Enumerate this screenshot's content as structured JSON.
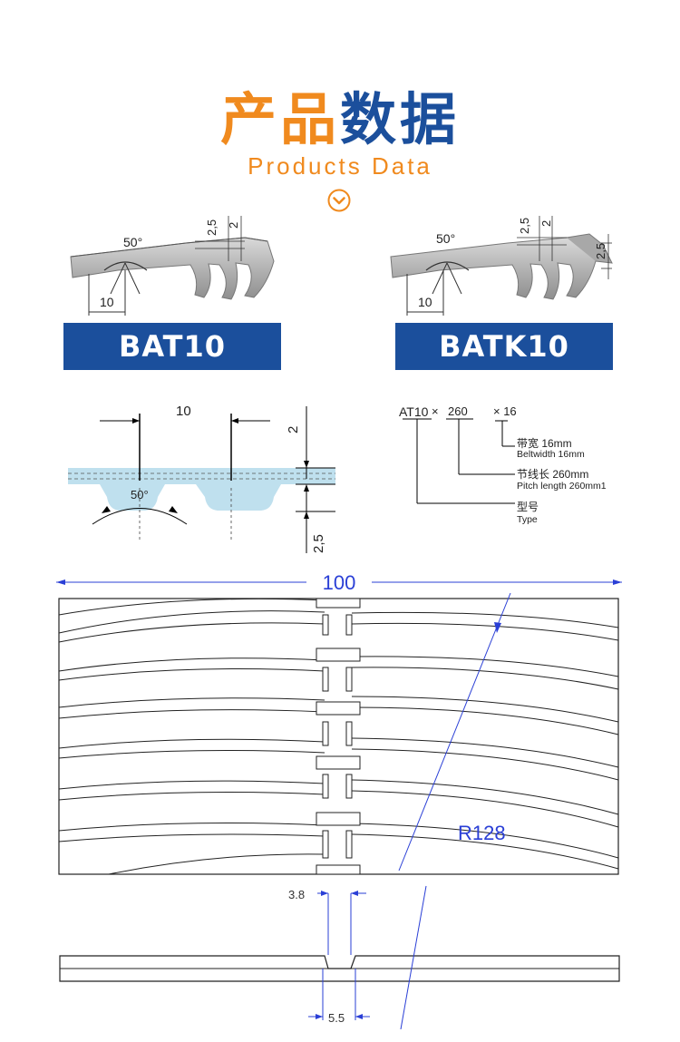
{
  "header": {
    "title_part1": "产品",
    "title_part2": "数据",
    "subtitle": "Products Data",
    "chevron_icon": "chevron-down-circle-icon"
  },
  "profiles": [
    {
      "label": "BAT10",
      "angle": "50°",
      "pitch": "10",
      "dim_a": "2,5",
      "dim_b": "2"
    },
    {
      "label": "BATK10",
      "angle": "50°",
      "pitch": "10",
      "dim_a": "2,5",
      "dim_b": "2",
      "dim_c": "2,5"
    }
  ],
  "cross_section": {
    "pitch": "10",
    "height_top": "2",
    "angle": "50°",
    "height_bottom": "2,5"
  },
  "designation": {
    "code": "AT10",
    "times1": "×",
    "length": "260",
    "times2": "× 16",
    "width_cn": "带宽 16mm",
    "width_en": "Beltwidth 16mm",
    "length_cn": "节线长 260mm",
    "length_en": "Pitch length 260mm1",
    "type_cn": "型号",
    "type_en": "Type"
  },
  "drawing": {
    "width_dim": "100",
    "radius_dim": "R128",
    "slot_top_dim": "3.8",
    "slot_bottom_dim": "5.5"
  },
  "colors": {
    "orange": "#f08a1e",
    "blue": "#1b4f9c",
    "dim_blue": "#2a3fd6",
    "tooth_fill": "#bfe0ee"
  }
}
